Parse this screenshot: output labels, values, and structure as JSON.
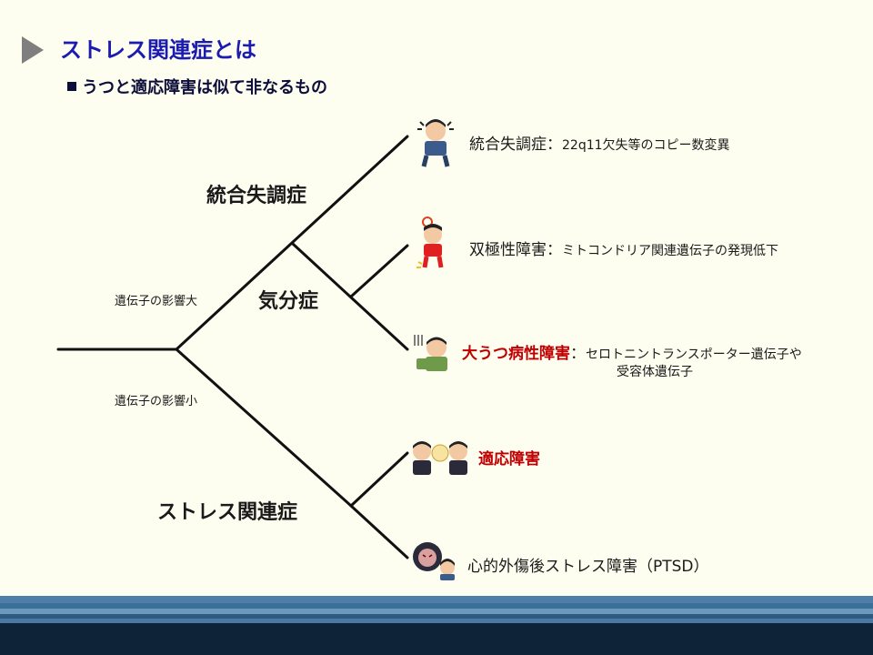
{
  "slide": {
    "title": "ストレス関連症とは",
    "subtitle": "うつと適応障害は似て非なるもの"
  },
  "tree": {
    "branch_upper_label": "遺伝子の影響大",
    "branch_lower_label": "遺伝子の影響小",
    "categories": {
      "schizophrenia": "統合失調症",
      "mood": "気分症",
      "stress": "ストレス関連症"
    },
    "leaves": [
      {
        "name": "統合失調症",
        "sep": "：",
        "detail": "22q11欠失等のコピー数変異"
      },
      {
        "name": "双極性障害",
        "sep": "：",
        "detail": "ミトコンドリア関連遺伝子の発現低下"
      },
      {
        "name": "大うつ病性障害",
        "sep": "：",
        "detail_line1": "セロトニントランスポーター遺伝子や",
        "detail_line2": "受容体遺伝子"
      },
      {
        "name": "適応障害"
      },
      {
        "name": "心的外傷後ストレス障害",
        "detail": "（PTSD）"
      }
    ]
  },
  "colors": {
    "title": "#1b1bb0",
    "highlight": "#c00000",
    "footer_dark": "#0e2238",
    "footer_mid": "#3a6f98"
  },
  "icons": [
    "stressed-man-icon",
    "angry-man-icon",
    "depressed-man-icon",
    "argument-icon",
    "trauma-icon"
  ]
}
